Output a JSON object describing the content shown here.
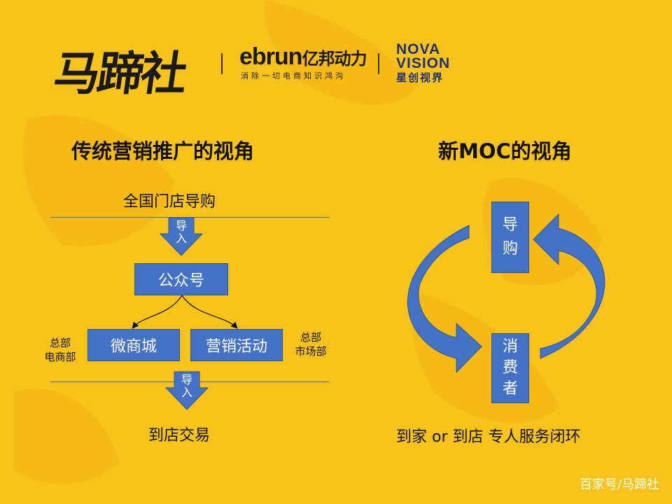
{
  "logos": {
    "brand_mati": "马蹄社",
    "ebrun_en": "ebrun",
    "ebrun_cn": "亿邦动力",
    "ebrun_slogan": "消除一切电商知识鸿沟",
    "nova_line1": "NOVA",
    "nova_line2": "VISION",
    "nova_cn": "星创视界"
  },
  "left": {
    "title": "传统营销推广的视角",
    "top_label": "全国门店导购",
    "arrow1": [
      "导",
      "入"
    ],
    "official": "公众号",
    "mall": "微商城",
    "campaign": "营销活动",
    "hq_ecom": [
      "总部",
      "电商部"
    ],
    "hq_market": [
      "总部",
      "市场部"
    ],
    "arrow2": [
      "导",
      "入"
    ],
    "bottom_label": "到店交易"
  },
  "right": {
    "title": "新MOC的视角",
    "top_box": [
      "导",
      "购"
    ],
    "bottom_box": [
      "消",
      "费",
      "者"
    ],
    "caption": "到家 or 到店 专人服务闭环"
  },
  "watermark": "百家号/马蹄社",
  "colors": {
    "background": "#f7c31a",
    "box": "#4472c4",
    "line": "#4a6bb0"
  }
}
